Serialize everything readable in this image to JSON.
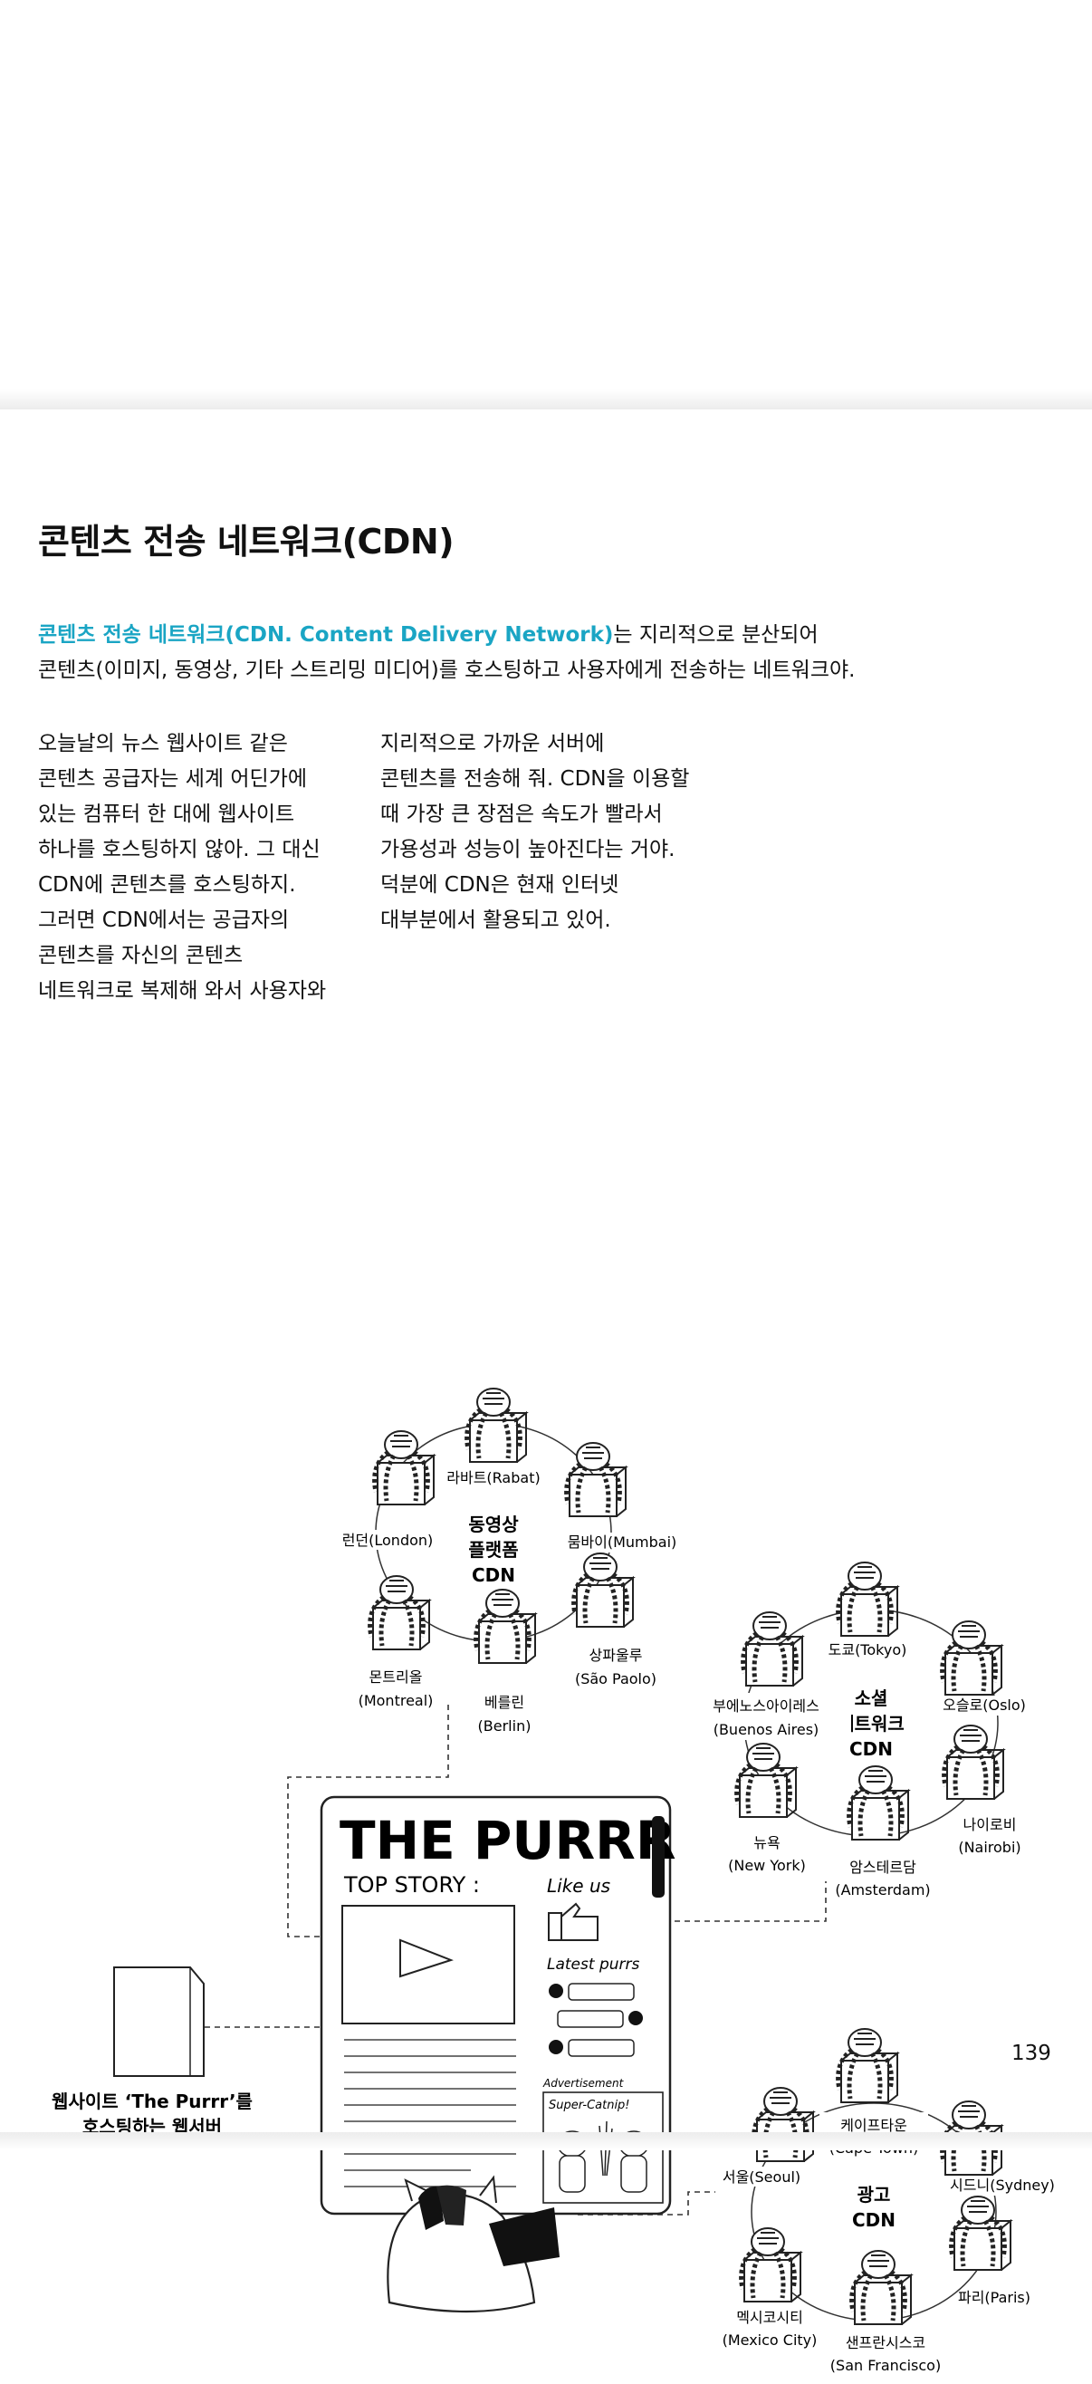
{
  "heading": "콘텐츠 전송 네트워크(CDN)",
  "intro": {
    "highlight": "콘텐츠 전송 네트워크(CDN. Content Delivery Network)",
    "rest_line1": "는 지리적으로 분산되어",
    "line2": "콘텐츠(이미지, 동영상, 기타 스트리밍 미디어)를 호스팅하고 사용자에게 전송하는 네트워크야."
  },
  "body_left": [
    "오늘날의 뉴스 웹사이트 같은",
    "콘텐츠 공급자는 세계 어딘가에",
    "있는 컴퓨터 한 대에 웹사이트",
    "하나를 호스팅하지 않아. 그 대신",
    "CDN에 콘텐츠를 호스팅하지.",
    "그러면 CDN에서는 공급자의",
    "콘텐츠를 자신의 콘텐츠",
    "네트워크로 복제해 와서 사용자와"
  ],
  "body_right": [
    "지리적으로 가까운 서버에",
    "콘텐츠를 전송해 줘. CDN을 이용할",
    "때 가장 큰 장점은 속도가 빨라서",
    "가용성과 성능이 높아진다는 거야.",
    "덕분에 CDN은 현재 인터넷",
    "대부분에서 활용되고 있어."
  ],
  "video_cdn": {
    "center": [
      "동영상",
      "플랫폼",
      "CDN"
    ],
    "rabat": "라바트(Rabat)",
    "london": "런던(London)",
    "mumbai": "뭄바이(Mumbai)",
    "saopaolo": [
      "상파울루",
      "(São Paolo)"
    ],
    "berlin": [
      "베를린",
      "(Berlin)"
    ],
    "montreal": [
      "몬트리올",
      "(Montreal)"
    ]
  },
  "social_cdn": {
    "center": [
      "소셜",
      "네트워크",
      "CDN"
    ],
    "tokyo": "도쿄(Tokyo)",
    "oslo": "오슬로(Oslo)",
    "buenosaires": [
      "부에노스아이레스",
      "(Buenos Aires)"
    ],
    "nairobi": [
      "나이로비",
      "(Nairobi)"
    ],
    "newyork": [
      "뉴욕",
      "(New York)"
    ],
    "amsterdam": [
      "암스테르담",
      "(Amsterdam)"
    ]
  },
  "ad_cdn": {
    "center": [
      "광고",
      "CDN"
    ],
    "capetown": [
      "케이프타운",
      "(Cape Town)"
    ],
    "seoul": "서울(Seoul)",
    "sydney": "시드니(Sydney)",
    "paris": "파리(Paris)",
    "mexicocity": [
      "멕시코시티",
      "(Mexico City)"
    ],
    "sanfrancisco": [
      "샌프란시스코",
      "(San Francisco)"
    ]
  },
  "webserver": {
    "label_line1": "웹사이트 ‘The Purrr’를",
    "label_line2": "호스팅하는 웹서버"
  },
  "newspaper": {
    "masthead": "THE PURRR",
    "top_story": "TOP STORY :",
    "like_us": "Like us",
    "latest_purrs": "Latest purrs",
    "advertisement": "Advertisement",
    "ad_text": "Super-Catnip!"
  },
  "page_number": "139",
  "colors": {
    "accent": "#1aa5c4",
    "text": "#111111",
    "line": "#222222"
  }
}
